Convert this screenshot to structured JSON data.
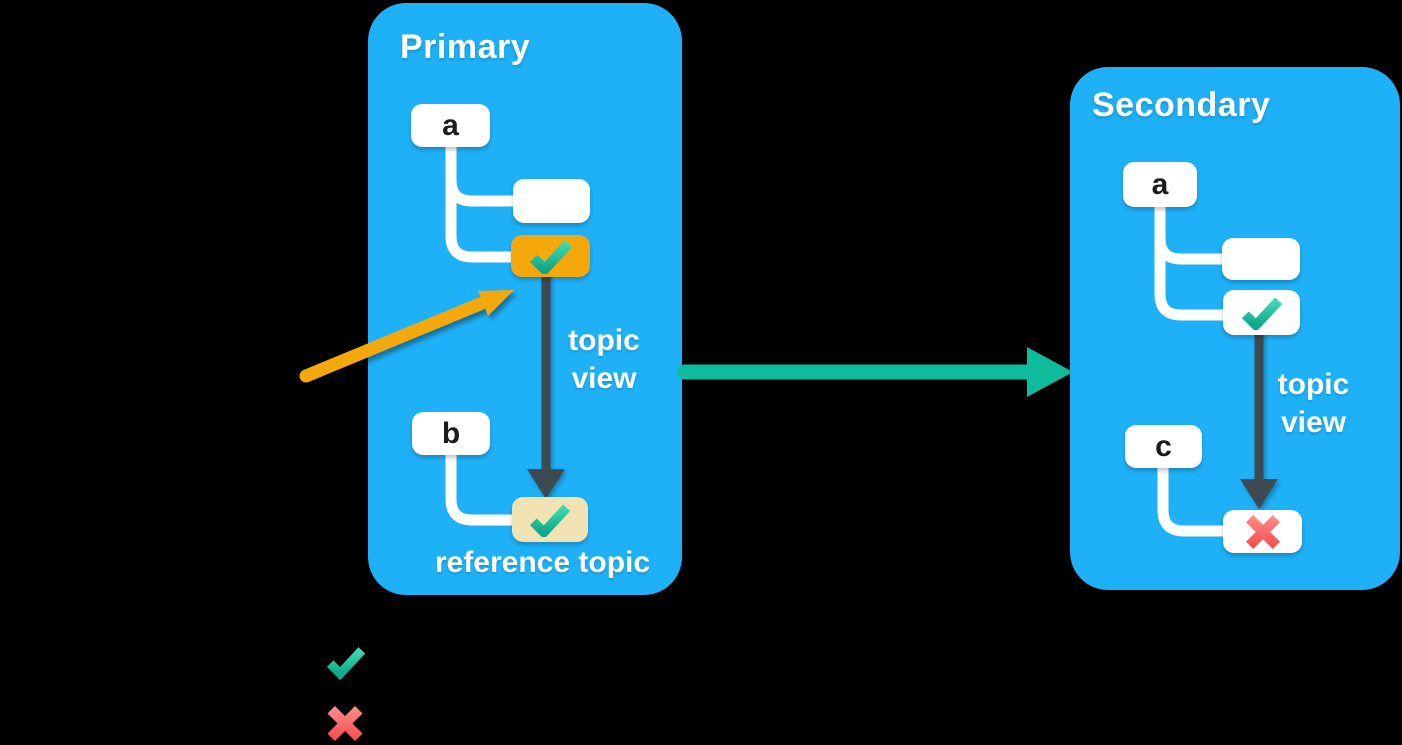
{
  "diagram": {
    "primary": {
      "title": "Primary",
      "nodes": {
        "a": "a",
        "b": "b"
      },
      "topic_view_label": "topic view",
      "reference_caption": "reference topic"
    },
    "secondary": {
      "title": "Secondary",
      "nodes": {
        "a": "a",
        "c": "c"
      },
      "topic_view_label": "topic view"
    },
    "legend": {
      "allowed_icon": "green-checkmark",
      "not_allowed_icon": "red-cross"
    },
    "colors": {
      "panel_blue": "#1fb1f8",
      "node_white": "#ffffff",
      "highlight_orange": "#f5a80b",
      "reference_cream": "#f1e3b4",
      "arrow_dark": "#3e4a52",
      "arrow_teal": "#0ebc9c",
      "check_green": "#1dbe9b",
      "cross_red": "#f7595b"
    }
  }
}
